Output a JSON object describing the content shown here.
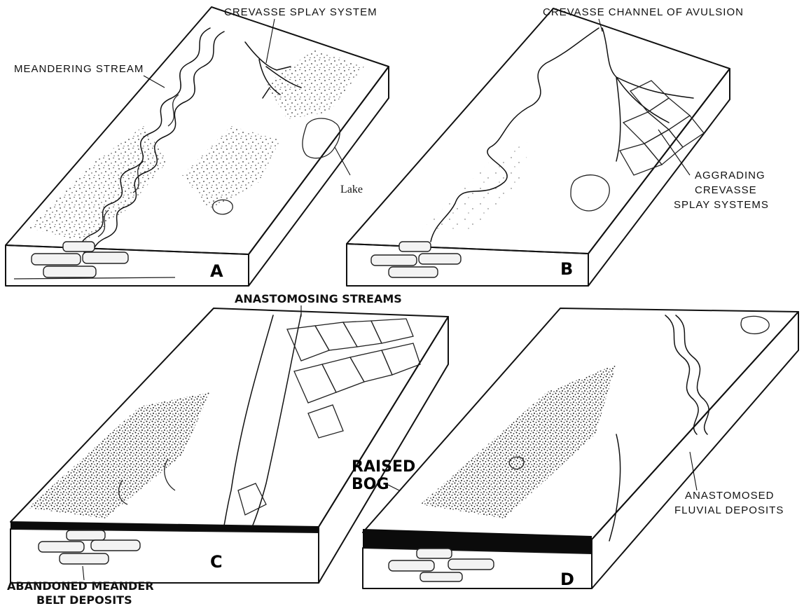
{
  "panels": [
    {
      "letter": "A"
    },
    {
      "letter": "B"
    },
    {
      "letter": "C"
    },
    {
      "letter": "D"
    }
  ],
  "labels": {
    "crevasse_splay_system": "CREVASSE SPLAY SYSTEM",
    "meandering_stream": "MEANDERING STREAM",
    "lake": "Lake",
    "crevasse_channel_of_avulsion": "CREVASSE CHANNEL OF AVULSION",
    "aggrading_1": "AGGRADING",
    "aggrading_2": "CREVASSE",
    "aggrading_3": "SPLAY SYSTEMS",
    "anastomosing_streams": "ANASTOMOSING STREAMS",
    "raised_bog_1": "RAISED",
    "raised_bog_2": "BOG",
    "anastomosed_1": "ANASTOMOSED",
    "anastomosed_2": "FLUVIAL DEPOSITS",
    "abandoned_1": "ABANDONED MEANDER",
    "abandoned_2": "BELT DEPOSITS"
  },
  "colors": {
    "ink": "#111111",
    "paper": "#ffffff",
    "lens_fill": "#f3f3f3"
  }
}
